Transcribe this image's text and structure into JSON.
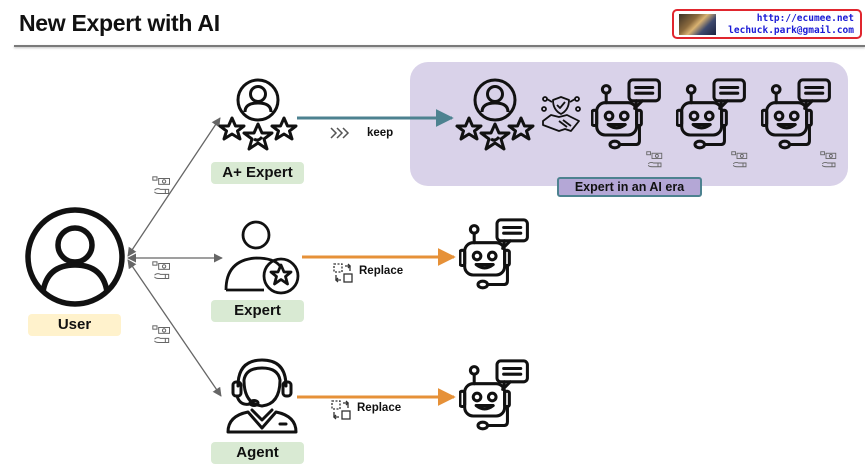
{
  "header": {
    "title": "New Expert with AI",
    "badge": {
      "url": "http://ecumee.net",
      "email": "lechuck.park@gmail.com",
      "border_color": "#e0262e",
      "text_color": "#1a1ad6"
    }
  },
  "nodes": {
    "user": {
      "label": "User",
      "icon": "user-circle-icon",
      "label_bg": "#fff2cc"
    },
    "a_plus_expert": {
      "label": "A+ Expert",
      "icon": "user-with-stars-icon",
      "label_bg": "#d9ead3"
    },
    "expert": {
      "label": "Expert",
      "icon": "user-star-badge-icon",
      "label_bg": "#d9ead3"
    },
    "agent": {
      "label": "Agent",
      "icon": "headset-agent-icon",
      "label_bg": "#d9ead3"
    }
  },
  "edges": {
    "keep": {
      "label": "keep",
      "color": "#4d8290",
      "icon": "chevrons-right-icon"
    },
    "replace_expert": {
      "label": "Replace",
      "color": "#e69138",
      "icon": "replace-icon"
    },
    "replace_agent": {
      "label": "Replace",
      "color": "#e69138",
      "icon": "replace-icon"
    },
    "user_links_color": "#666666",
    "payment_icon": "money-hand-icon"
  },
  "ai_era_panel": {
    "label": "Expert in an AI era",
    "bg": "#d9d2e9",
    "label_bg": "#b4a7d6",
    "items": [
      "user-with-stars-icon",
      "handshake-shield-icon",
      "chatbot-icon",
      "chatbot-icon",
      "chatbot-icon"
    ]
  }
}
